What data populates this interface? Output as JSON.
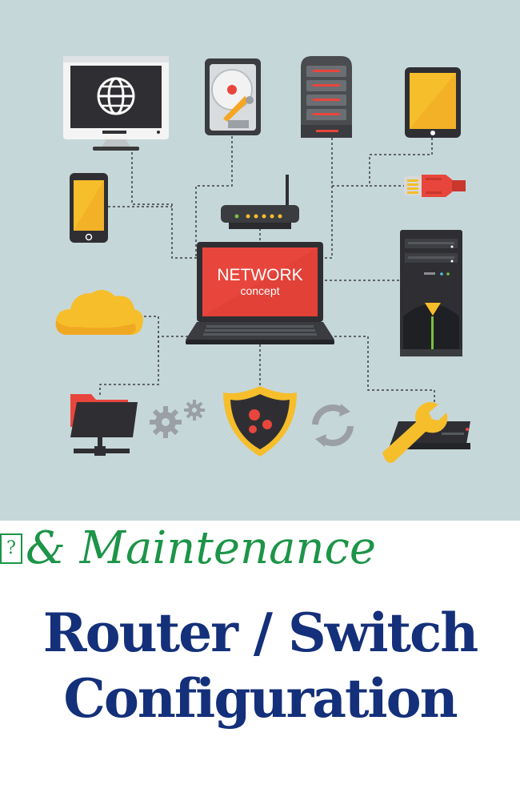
{
  "illustration": {
    "screen_title": "NETWORK",
    "screen_subtitle": "concept",
    "icons": [
      "monitor-globe-icon",
      "hard-drive-icon",
      "server-rack-icon",
      "tablet-icon",
      "smartphone-icon",
      "ethernet-cable-icon",
      "router-icon",
      "laptop-icon",
      "desktop-tower-icon",
      "cloud-icon",
      "network-folder-icon",
      "gears-icon",
      "security-shield-icon",
      "sync-icon",
      "wrench-device-icon"
    ],
    "colors": {
      "background": "#c6d7da",
      "screen_red": "#e8463c",
      "yellow": "#f6be2b",
      "dark": "#2f2f33"
    }
  },
  "title": {
    "line1": "Router / Switch",
    "line2": "Configuration",
    "line3_glyph": "?",
    "line3_text": "& Maintenance",
    "colors": {
      "navy": "#14307a",
      "green": "#1d9448"
    }
  }
}
